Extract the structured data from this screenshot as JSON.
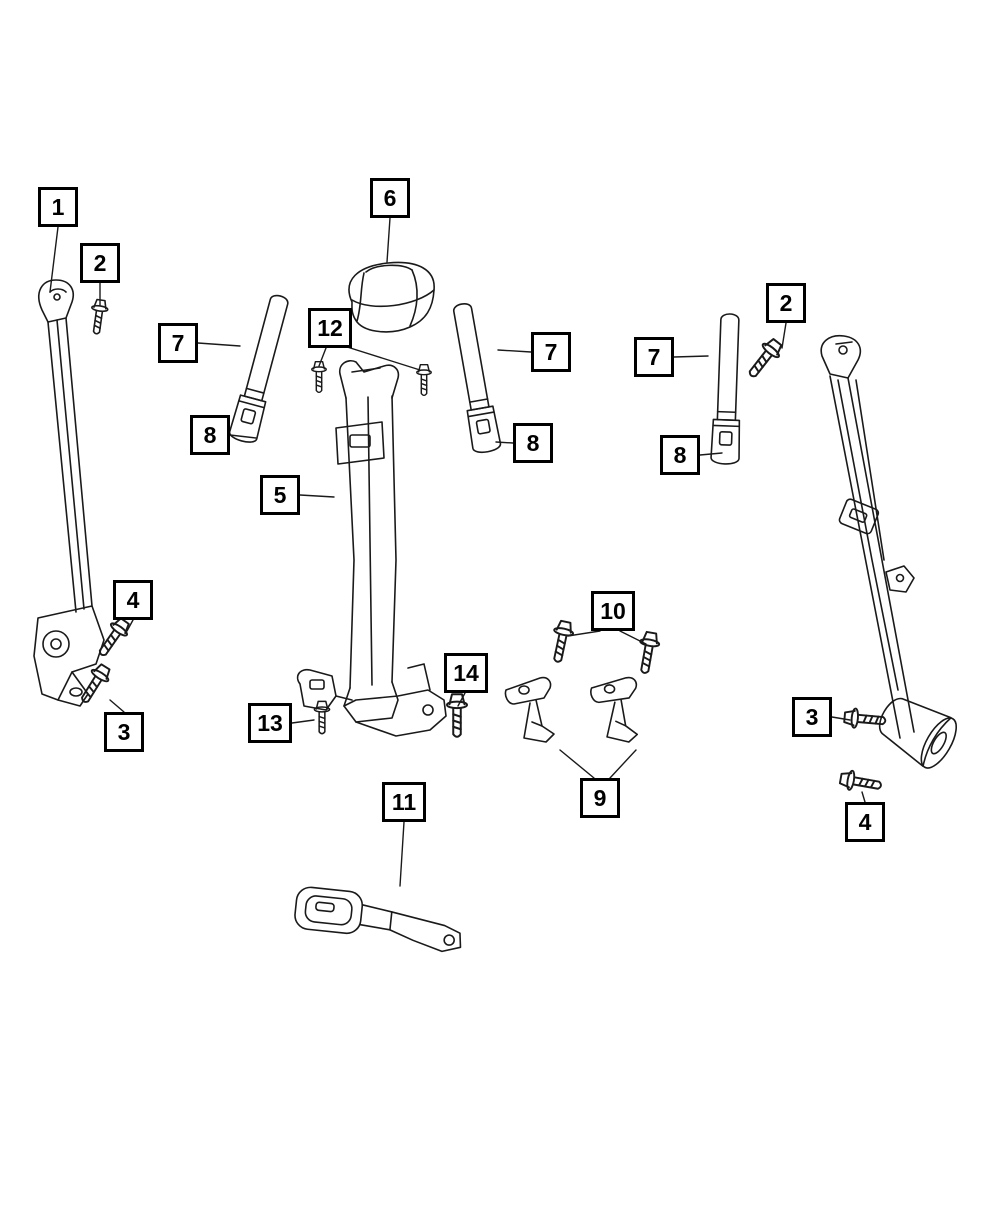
{
  "style": {
    "background": "#ffffff",
    "line_color": "#1a1a1a"
  },
  "callouts": [
    {
      "label": "1"
    },
    {
      "label": "2"
    },
    {
      "label": "7"
    },
    {
      "label": "8"
    },
    {
      "label": "6"
    },
    {
      "label": "12"
    },
    {
      "label": "5"
    },
    {
      "label": "4"
    },
    {
      "label": "3"
    },
    {
      "label": "13"
    },
    {
      "label": "14"
    },
    {
      "label": "10"
    },
    {
      "label": "9"
    },
    {
      "label": "11"
    },
    {
      "label": "7"
    },
    {
      "label": "8"
    },
    {
      "label": "7"
    },
    {
      "label": "8"
    },
    {
      "label": "2"
    },
    {
      "label": "3"
    },
    {
      "label": "4"
    }
  ]
}
